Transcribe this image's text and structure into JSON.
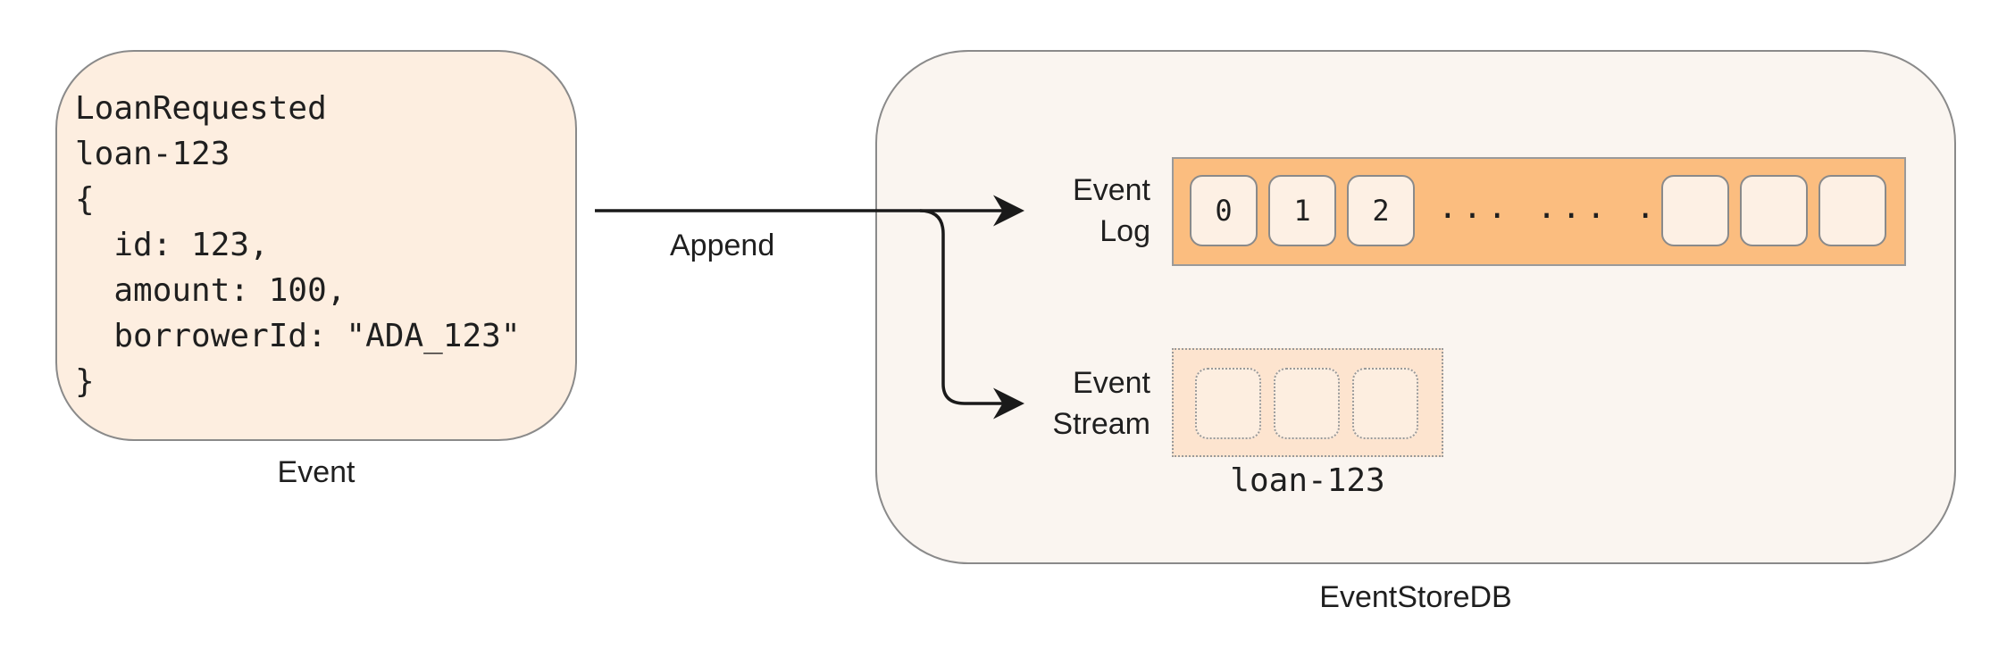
{
  "event": {
    "code": "LoanRequested\nloan-123\n{\n  id: 123,\n  amount: 100,\n  borrowerId: \"ADA_123\"\n}",
    "caption": "Event"
  },
  "append_label": "Append",
  "store": {
    "caption": "EventStoreDB",
    "event_log": {
      "label": "Event\nLog",
      "cells": [
        "0",
        "1",
        "2"
      ],
      "ellipsis": "... ... ...",
      "trailing_cells": [
        "",
        "",
        ""
      ]
    },
    "event_stream": {
      "label": "Event\nStream",
      "cells": [
        "",
        "",
        ""
      ],
      "name": "loan-123"
    }
  },
  "colors": {
    "event_fill": "#fdeee0",
    "store_fill": "#faf5f0",
    "log_fill": "#fbbd7f",
    "stream_fill": "#fde4cf",
    "stroke": "#1a1a1a"
  }
}
